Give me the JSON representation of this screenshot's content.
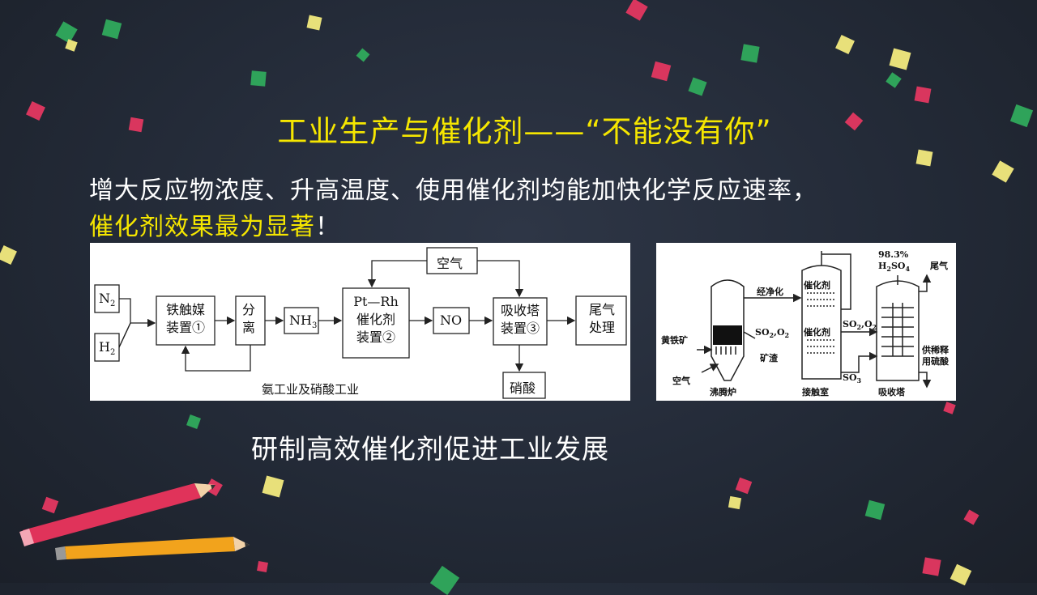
{
  "slide": {
    "title": "工业生产与催化剂——“不能没有你”",
    "line1": "增大反应物浓度、升高温度、使用催化剂均能加快化学反应速率，",
    "line2_highlight": "催化剂效果最为显著",
    "line2_tail": "！",
    "footer": "研制高效催化剂促进工业发展"
  },
  "diagram1": {
    "n2": "N",
    "n2_sub": "2",
    "h2": "H",
    "h2_sub": "2",
    "iron_line1": "铁触媒",
    "iron_line2": "装置①",
    "sep_line1": "分",
    "sep_line2": "离",
    "nh3": "NH",
    "nh3_sub": "3",
    "ptrh_line1": "Pt—Rh",
    "ptrh_line2": "催化剂",
    "ptrh_line3": "装置②",
    "no": "NO",
    "air": "空气",
    "abs_line1": "吸收塔",
    "abs_line2": "装置③",
    "tail_line1": "尾气",
    "tail_line2": "处理",
    "nitric": "硝酸",
    "caption": "氨工业及硝酸工业"
  },
  "diagram2": {
    "pyrite": "黄铁矿",
    "air": "空气",
    "boiling_furnace": "沸腾炉",
    "purify": "经净化",
    "so2o2_a": "SO",
    "slag": "矿渣",
    "catalyst_top": "催化剂",
    "catalyst_mid": "催化剂",
    "contact_chamber": "接触室",
    "so2o2_b": "SO",
    "so3": "SO",
    "acid_conc": "98.3%",
    "h2so4": "H",
    "tail_gas": "尾气",
    "dilute_line1": "供稀释",
    "dilute_line2": "用硫酸",
    "absorber": "吸收塔"
  }
}
